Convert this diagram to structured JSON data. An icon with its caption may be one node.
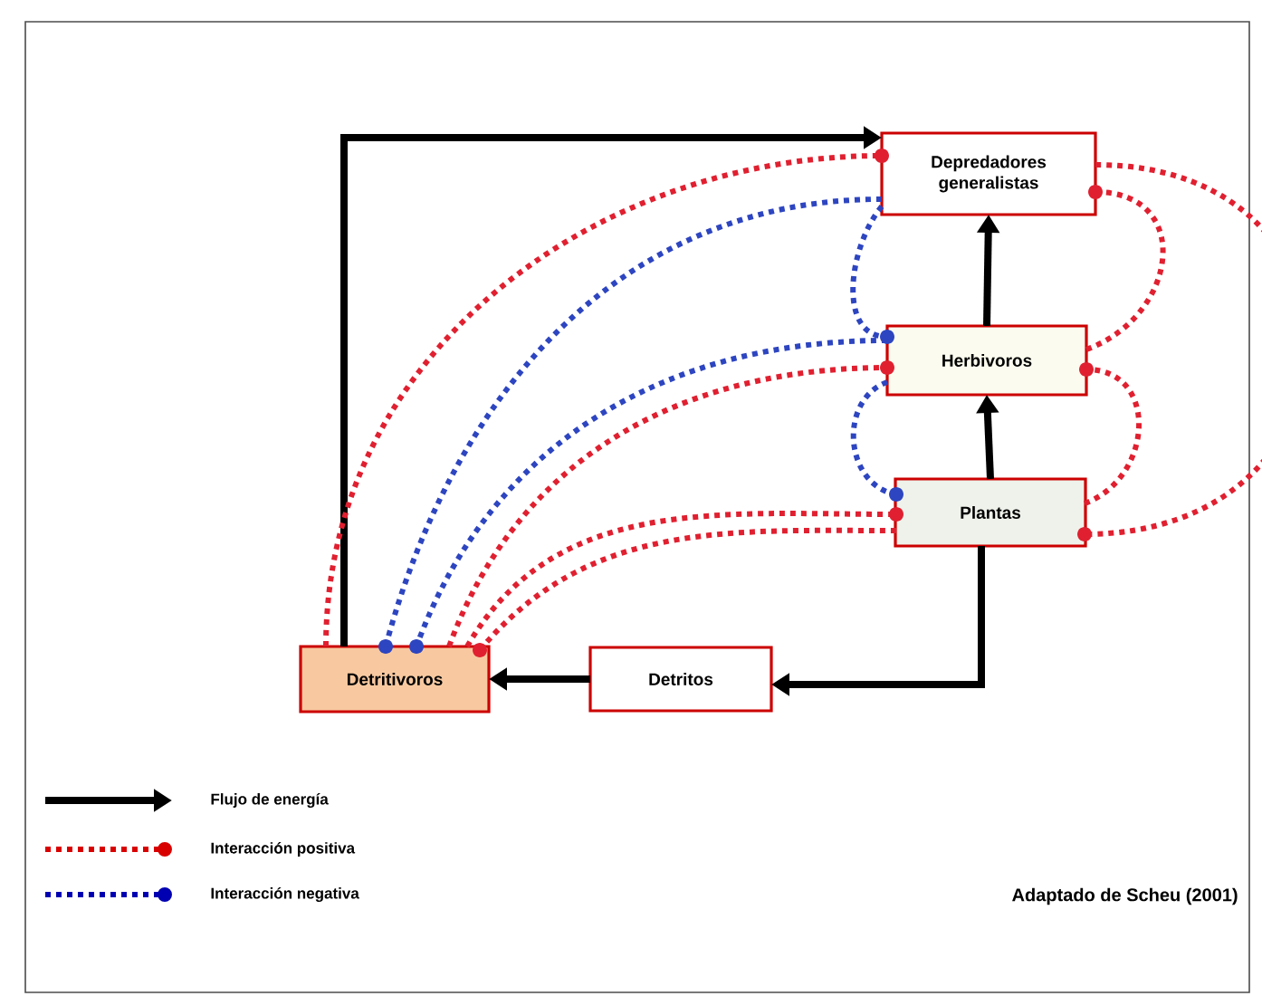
{
  "diagram": {
    "nodes": [
      {
        "text": [
          "Depredadores generalistas"
        ]
      },
      {
        "text": [
          "Herbivoros"
        ]
      },
      {
        "text": [
          "Plantas"
        ]
      },
      {
        "text": [
          "Detritivoros"
        ]
      },
      {
        "text": [
          "Detritos"
        ]
      }
    ],
    "edges": [
      {
        "from": 3,
        "to": 0,
        "arrow": "to",
        "color": "#000000"
      },
      {
        "from": 2,
        "to": 1,
        "arrow": "to",
        "color": "#000000"
      },
      {
        "from": 1,
        "to": 0,
        "arrow": "to",
        "color": "#000000"
      },
      {
        "from": 2,
        "to": 4,
        "arrow": "to",
        "color": "#000000"
      },
      {
        "from": 4,
        "to": 3,
        "arrow": "to",
        "color": "#000000"
      },
      {
        "from": 3,
        "to": 0,
        "arrow": "other",
        "style": "dashed",
        "color": "#e02030"
      },
      {
        "from": 0,
        "to": 3,
        "arrow": "other",
        "style": "dashed",
        "color": "#2d45c0"
      },
      {
        "from": 1,
        "to": 3,
        "arrow": "other",
        "style": "dashed",
        "color": "#2d45c0"
      },
      {
        "from": 3,
        "to": 1,
        "arrow": "other",
        "style": "dashed",
        "color": "#e02030"
      },
      {
        "from": 3,
        "to": 2,
        "arrow": "other",
        "style": "dashed",
        "color": "#e02030"
      },
      {
        "from": 2,
        "to": 3,
        "arrow": "other",
        "style": "dashed",
        "color": "#e02030"
      },
      {
        "from": 0,
        "to": 1,
        "arrow": "other",
        "style": "dashed",
        "color": "#2d45c0"
      },
      {
        "from": 1,
        "to": 2,
        "arrow": "other",
        "style": "dashed",
        "color": "#2d45c0"
      },
      {
        "from": 1,
        "to": 0,
        "arrow": "other",
        "style": "dashed",
        "color": "#e02030"
      },
      {
        "from": 0,
        "to": 2,
        "arrow": "other",
        "style": "dashed",
        "color": "#e02030"
      },
      {
        "from": 2,
        "to": 1,
        "arrow": "other",
        "style": "dashed",
        "color": "#e02030"
      }
    ],
    "labels": [
      "Adaptado de Scheu (2001)"
    ],
    "legend": [
      {
        "text": "Flujo de energía"
      },
      {
        "text": "Interacción positiva"
      },
      {
        "text": "Interacción negativa"
      }
    ]
  }
}
